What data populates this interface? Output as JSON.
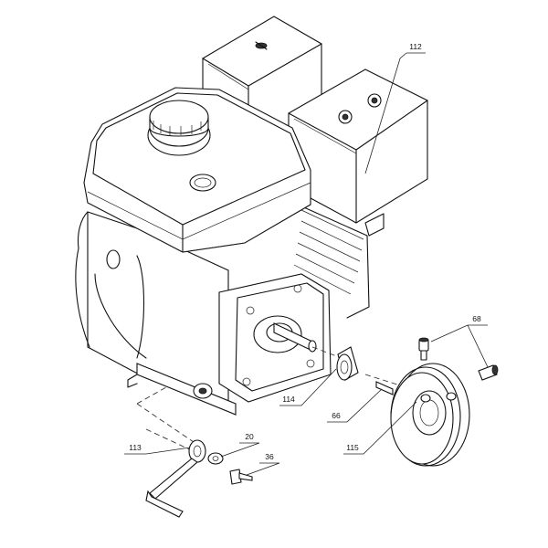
{
  "callouts": [
    {
      "id": "c112",
      "text": "112"
    },
    {
      "id": "c68",
      "text": "68"
    },
    {
      "id": "c114",
      "text": "114"
    },
    {
      "id": "c66",
      "text": "66"
    },
    {
      "id": "c115",
      "text": "115"
    },
    {
      "id": "c113",
      "text": "113"
    },
    {
      "id": "c20",
      "text": "20"
    },
    {
      "id": "c36",
      "text": "36"
    }
  ]
}
